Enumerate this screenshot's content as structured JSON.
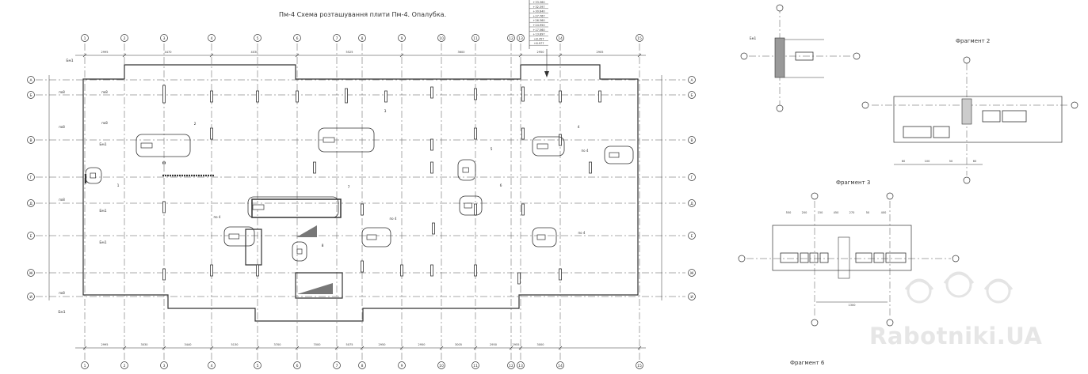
{
  "titles": {
    "main": "Пм-4 Схема розташування плити Пм-4. Опалубка.",
    "fragment2": "Фрагмент 2",
    "fragment3": "Фрагмент 3",
    "fragment6": "Фрагмент 6"
  },
  "watermark": {
    "text": "Rabotniki.UA"
  },
  "axes": {
    "vertical": [
      "1",
      "2",
      "3",
      "4",
      "5",
      "6",
      "7",
      "8",
      "9",
      "10",
      "11",
      "12",
      "13",
      "14",
      "15"
    ],
    "horizontal": [
      "А",
      "Б",
      "В",
      "Г",
      "Д",
      "Е",
      "Ж",
      "И",
      "К"
    ]
  },
  "dims": {
    "bottom": [
      "2995",
      "3030",
      "3440",
      "5130",
      "3700",
      "7000",
      "5075",
      "2950",
      "2950",
      "3005",
      "2950",
      "2955",
      "3000"
    ],
    "top": [
      "2995",
      "4470",
      "4030",
      "5525",
      "3600",
      "2950",
      "2905"
    ]
  },
  "elevations": [
    "+33.360",
    "+32.397",
    "+30.640",
    "+27.767",
    "+26.360",
    "+24.950",
    "+17.560",
    "+13.897",
    "+8.357",
    "+6.977"
  ],
  "marks": {
    "bm": "Бм1",
    "pm": "по8",
    "p4": "по 4",
    "callouts": [
      "1",
      "2",
      "3",
      "4",
      "5",
      "6",
      "7",
      "8"
    ]
  },
  "frag_dims": {
    "f2": [
      "60",
      "100",
      "50",
      "60"
    ],
    "f3": [
      "550",
      "200",
      "150",
      "450",
      "270",
      "50",
      "1300",
      "400"
    ]
  },
  "colors": {
    "line": "#333333",
    "grid": "#555555",
    "fill": "#777777"
  }
}
